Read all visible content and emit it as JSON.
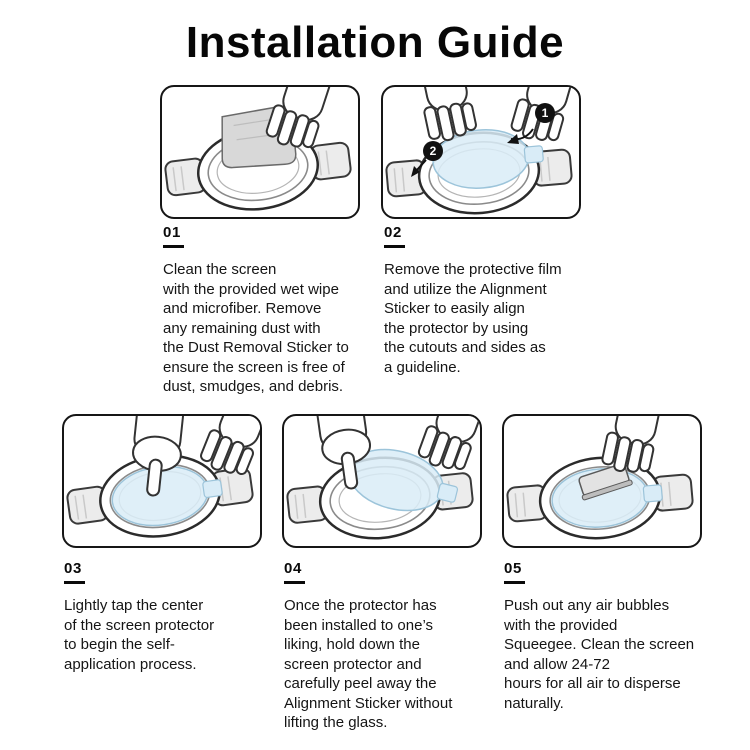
{
  "title": "Installation Guide",
  "colors": {
    "film_blue": "#d9ecf7",
    "wipe_gray": "#d8d8d8",
    "outline_black": "#111111"
  },
  "steps": [
    {
      "number": "01",
      "text": "Clean the screen\nwith the provided wet wipe\nand microfiber. Remove\nany remaining dust with\nthe Dust Removal Sticker to\nensure the screen is free of\ndust, smudges, and debris."
    },
    {
      "number": "02",
      "badges": [
        "1",
        "2"
      ],
      "text": "Remove the protective film\nand utilize the Alignment\nSticker to easily align\nthe protector by using\nthe cutouts and sides as\na guideline."
    },
    {
      "number": "03",
      "text": "Lightly tap the center\nof the screen protector\nto begin the self-\napplication process."
    },
    {
      "number": "04",
      "text": "Once the protector has\nbeen installed to one’s\nliking, hold down the\nscreen protector and\ncarefully peel away the\nAlignment Sticker without\nlifting the glass."
    },
    {
      "number": "05",
      "text": "Push out any air bubbles\nwith the provided\nSqueegee. Clean the screen\nand allow 24-72\nhours for all air to disperse\nnaturally."
    }
  ]
}
